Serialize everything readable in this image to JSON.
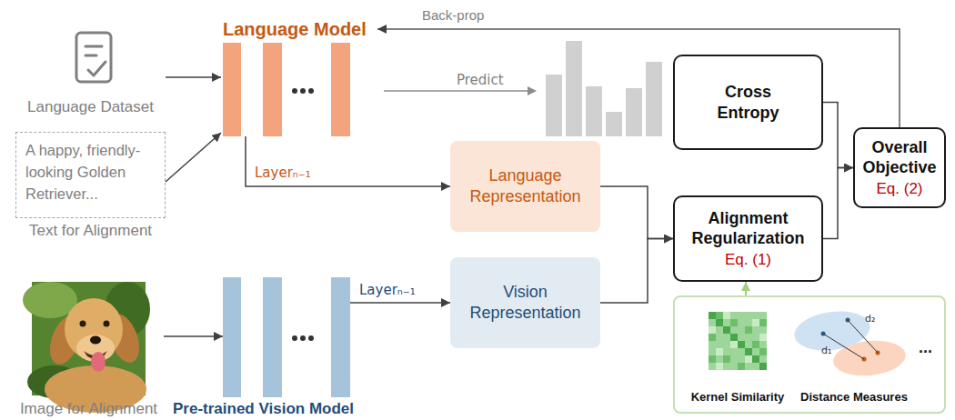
{
  "diagram": {
    "nodes": [
      {
        "text": [
          "Language Model"
        ]
      },
      {
        "text": [
          "Language Dataset"
        ]
      },
      {
        "text": [
          "A happy, friendly-looking Golden Retriever...",
          "Text for Alignment"
        ]
      },
      {
        "text": [
          "Cross Entropy"
        ]
      },
      {
        "text": [
          "Language Representation"
        ]
      },
      {
        "text": [
          "Overall Objective",
          "Eq. (2)"
        ]
      },
      {
        "text": [
          "Alignment Regularization",
          "Eq. (1)"
        ]
      },
      {
        "text": [
          "Vision Representation"
        ]
      },
      {
        "text": [
          "..."
        ]
      },
      {
        "text": [
          "Kernel Similarity"
        ],
        "in": 8
      },
      {
        "text": [
          "Distance Measures"
        ],
        "in": 8
      },
      {
        "text": [
          "Image for Alignment"
        ]
      },
      {
        "text": [
          "Pre-trained Vision Model"
        ]
      }
    ],
    "edges": [
      {
        "from": 1,
        "to": 0,
        "arrow": "to"
      },
      {
        "from": 2,
        "to": 0,
        "arrow": "to"
      },
      {
        "from": 0,
        "to": 4,
        "label": "Layerₙ₋₁",
        "arrow": "to"
      },
      {
        "from": 11,
        "to": 12,
        "arrow": "to"
      },
      {
        "from": 12,
        "to": 7,
        "label": "Layerₙ₋₁",
        "arrow": "to"
      },
      {
        "from": 4,
        "to": 6,
        "arrow": "to"
      },
      {
        "from": 7,
        "to": 6,
        "arrow": "to"
      },
      {
        "from": 3,
        "to": 5,
        "arrow": "to"
      },
      {
        "from": 6,
        "to": 5,
        "arrow": "to"
      },
      {
        "from": 5,
        "to": 0,
        "label": "Back-prop",
        "arrow": "to"
      },
      {
        "from": 8,
        "to": 6,
        "arrow": "to"
      }
    ],
    "labels": [
      "Predict",
      "d₁",
      "d₂"
    ]
  }
}
